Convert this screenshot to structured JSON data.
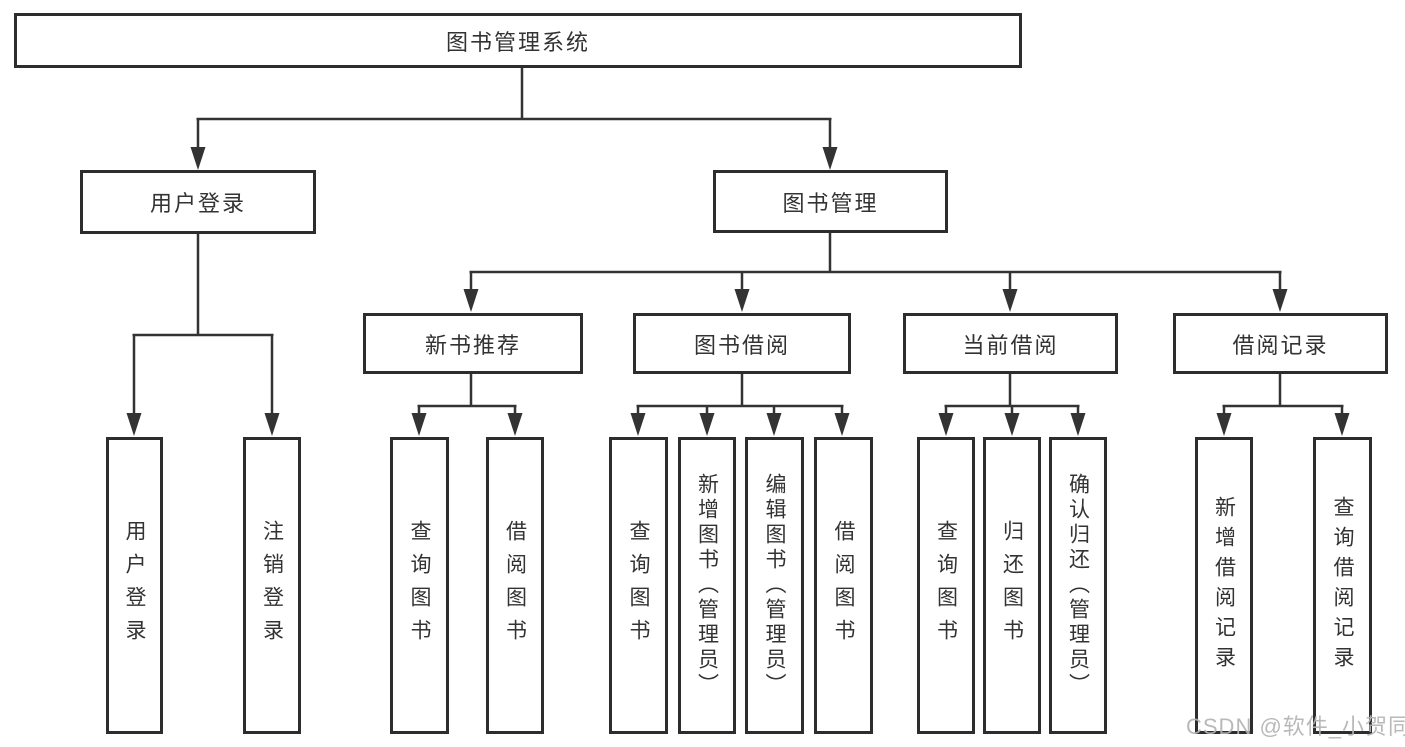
{
  "colors": {
    "line": "#333333",
    "box_border": "#2d2d2d",
    "text": "#333333",
    "background": "#ffffff",
    "watermark": "#b4b4b4"
  },
  "watermark": {
    "text": "CSDN @软件_小贺同学"
  },
  "diagram": {
    "root": {
      "label": "图书管理系统"
    },
    "branches": [
      {
        "label": "用户登录",
        "children": [
          {
            "label": "用户登录"
          },
          {
            "label": "注销登录"
          }
        ]
      },
      {
        "label": "图书管理",
        "children": [
          {
            "label": "新书推荐",
            "children": [
              {
                "label": "查询图书"
              },
              {
                "label": "借阅图书"
              }
            ]
          },
          {
            "label": "图书借阅",
            "children": [
              {
                "label": "查询图书"
              },
              {
                "label": "新增图书（管理员）"
              },
              {
                "label": "编辑图书（管理员）"
              },
              {
                "label": "借阅图书"
              }
            ]
          },
          {
            "label": "当前借阅",
            "children": [
              {
                "label": "查询图书"
              },
              {
                "label": "归还图书"
              },
              {
                "label": "确认归还（管理员）"
              }
            ]
          },
          {
            "label": "借阅记录",
            "children": [
              {
                "label": "新增借阅记录"
              },
              {
                "label": "查询借阅记录"
              }
            ]
          }
        ]
      }
    ]
  }
}
